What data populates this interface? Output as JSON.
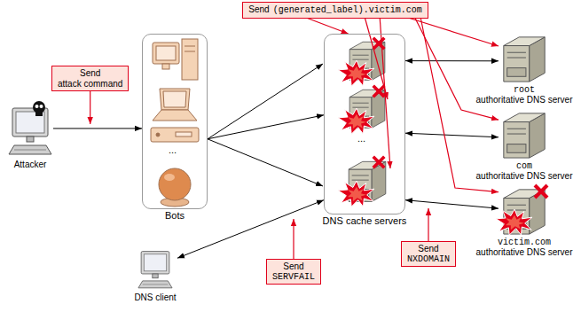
{
  "diagram": {
    "nodes": [
      {
        "text": [
          "Attacker"
        ]
      },
      {
        "text": [
          "Send",
          "attack command"
        ]
      },
      {
        "text": [
          "Bots"
        ]
      },
      {
        "text": [
          "Send",
          "(generated_label).victim.com"
        ]
      },
      {
        "text": [
          "DNS cache servers"
        ]
      },
      {
        "text": [
          "root",
          "authoritative DNS server"
        ]
      },
      {
        "text": [
          "com",
          "authoritative DNS server"
        ]
      },
      {
        "text": [
          "victim.com",
          "authoritative DNS server"
        ]
      },
      {
        "text": [
          "DNS client"
        ]
      },
      {
        "text": [
          "Send",
          "SERVFAIL"
        ]
      },
      {
        "text": [
          "Send",
          "NXDOMAIN"
        ]
      }
    ],
    "edges": [
      {
        "from": 0,
        "to": 2,
        "arrow": "to"
      },
      {
        "from": 2,
        "to": 4,
        "arrow": "to"
      },
      {
        "from": 4,
        "to": 5,
        "arrow": "both"
      },
      {
        "from": 4,
        "to": 6,
        "arrow": "both"
      },
      {
        "from": 4,
        "to": 7,
        "arrow": "both"
      },
      {
        "from": 8,
        "to": 4,
        "arrow": "both"
      },
      {
        "from": 3,
        "to": 4,
        "arrow": "to"
      },
      {
        "from": 3,
        "to": 5,
        "arrow": "to"
      },
      {
        "from": 3,
        "to": 6,
        "arrow": "to"
      },
      {
        "from": 3,
        "to": 7,
        "arrow": "to"
      }
    ],
    "labels": [
      "...",
      "..."
    ]
  }
}
